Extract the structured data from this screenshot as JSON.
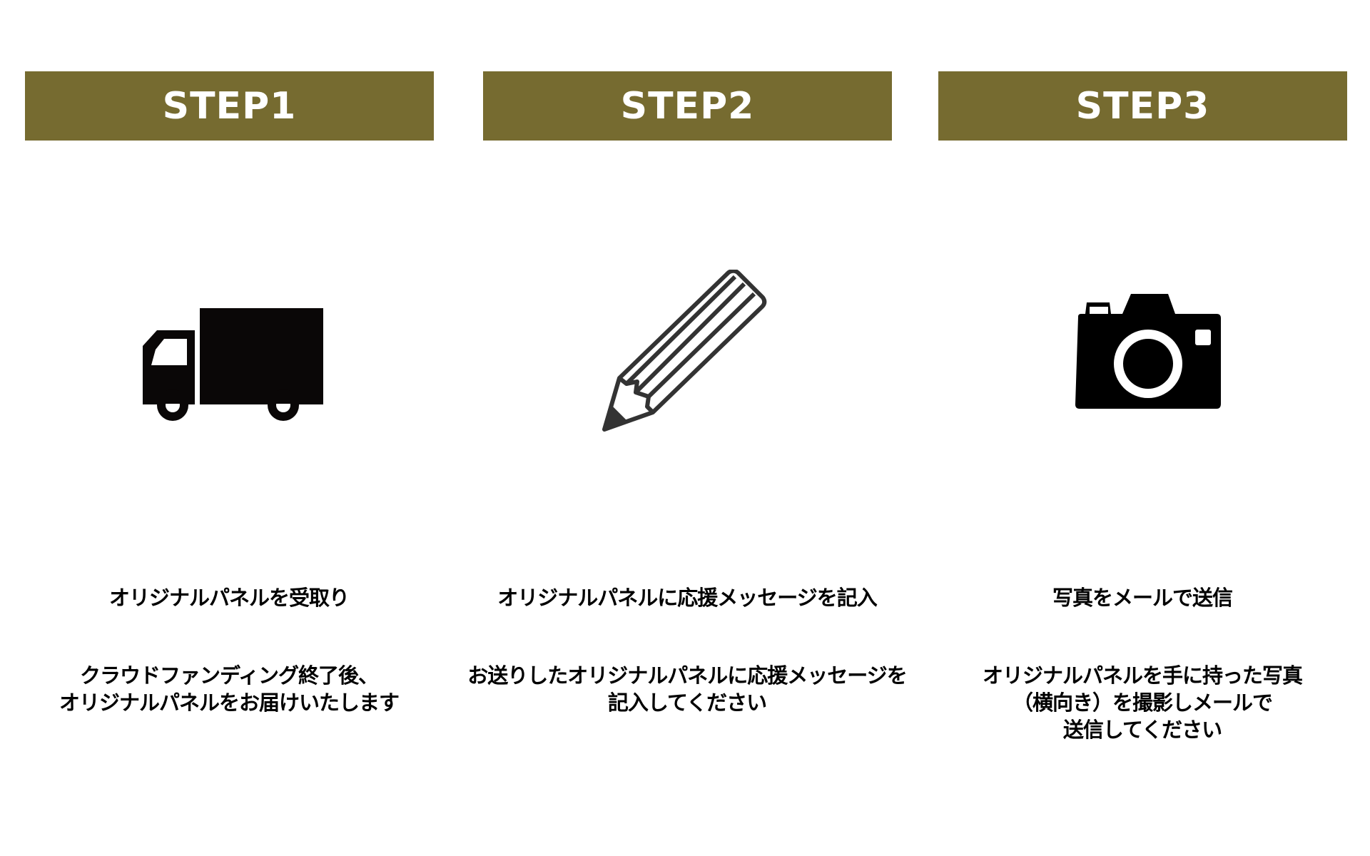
{
  "accent_color": "#766b30",
  "steps": [
    {
      "label": "STEP1",
      "icon": "truck-icon",
      "title": "オリジナルパネルを受取り",
      "desc": [
        "クラウドファンディング終了後、",
        "オリジナルパネルをお届けいたします"
      ]
    },
    {
      "label": "STEP2",
      "icon": "pencil-icon",
      "title": "オリジナルパネルに応援メッセージを記入",
      "desc": [
        "お送りしたオリジナルパネルに応援メッセージを",
        "記入してください"
      ]
    },
    {
      "label": "STEP3",
      "icon": "camera-icon",
      "title": "写真をメールで送信",
      "desc": [
        "オリジナルパネルを手に持った写真",
        "（横向き）を撮影しメールで",
        "送信してください"
      ]
    }
  ]
}
